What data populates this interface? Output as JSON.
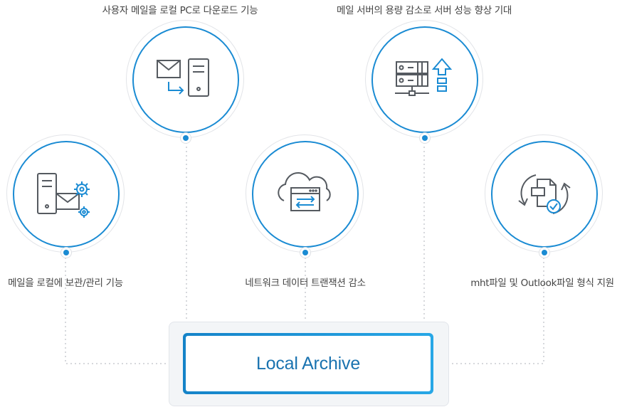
{
  "nodes": [
    {
      "label": "메일을 로컬에 보관/관리 기능",
      "icon": "server-mail-gear-icon"
    },
    {
      "label": "사용자 메일을 로컬 PC로 다운로드 기능",
      "icon": "mail-to-pc-download-icon"
    },
    {
      "label": "네트워크 데이터 트랜잭션 감소",
      "icon": "cloud-transfer-icon"
    },
    {
      "label": "메일 서버의 용량 감소로 서버 성능 향상 기대",
      "icon": "server-upgrade-icon"
    },
    {
      "label": "mht파일 및 Outlook파일 형식 지원",
      "icon": "file-convert-icon"
    }
  ],
  "center": {
    "title": "Local Archive"
  },
  "colors": {
    "accent": "#1a8bd3",
    "icon_gray": "#555a60",
    "text": "#444444"
  }
}
